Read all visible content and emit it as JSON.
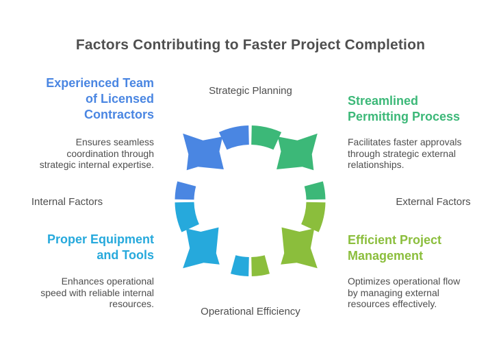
{
  "title": "Factors Contributing to Faster Project Completion",
  "palette": {
    "blue": "#4a86e2",
    "green": "#3cb878",
    "cyan": "#26a9dc",
    "lime": "#8bbe3c",
    "title_gray": "#4f4f4f",
    "body_gray": "#4d4d4d"
  },
  "cycle": {
    "labels": {
      "top": "Strategic Planning",
      "bottom": "Operational Efficiency",
      "left": "Internal Factors",
      "right": "External Factors"
    },
    "segments": [
      {
        "name": "segment-internal-strategic",
        "color": "blue",
        "start": 180,
        "end": 270,
        "flow": -1
      },
      {
        "name": "segment-external-strategic",
        "color": "green",
        "start": 270,
        "end": 360,
        "flow": 1
      },
      {
        "name": "segment-internal-operational",
        "color": "cyan",
        "start": 90,
        "end": 180,
        "flow": -1
      },
      {
        "name": "segment-external-operational",
        "color": "lime",
        "start": 0,
        "end": 90,
        "flow": 1
      }
    ]
  },
  "factors": [
    {
      "id": "experienced-team",
      "color": "blue",
      "title": "Experienced Team\nof Licensed\nContractors",
      "description": "Ensures seamless\ncoordination through\nstrategic internal expertise."
    },
    {
      "id": "streamlined-permitting",
      "color": "green",
      "title": "Streamlined\nPermitting Process",
      "description": "Facilitates faster approvals\nthrough strategic external\nrelationships."
    },
    {
      "id": "proper-equipment",
      "color": "cyan",
      "title": "Proper Equipment\nand Tools",
      "description": "Enhances operational\nspeed with reliable internal\nresources."
    },
    {
      "id": "efficient-management",
      "color": "lime",
      "title": "Efficient Project\nManagement",
      "description": "Optimizes operational flow\nby managing external\nresources effectively."
    }
  ]
}
